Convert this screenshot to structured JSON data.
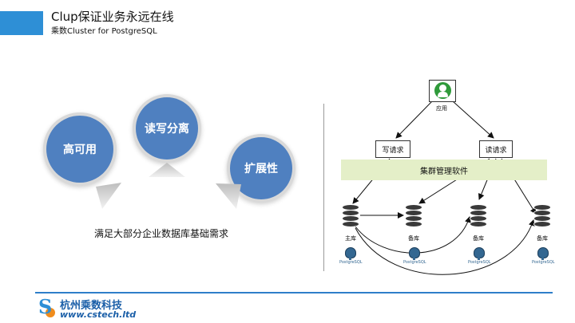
{
  "header": {
    "title": "Clup保证业务永远在线",
    "subtitle": "乘数Cluster for PostgreSQL"
  },
  "features": {
    "items": [
      {
        "label": "高可用"
      },
      {
        "label": "读写分离"
      },
      {
        "label": "扩展性"
      }
    ],
    "caption": "满足大部分企业数据库基础需求"
  },
  "diagram": {
    "app_label": "应用",
    "write_request": "写请求",
    "read_request": "读请求",
    "cluster_software": "集群管理软件",
    "nodes": [
      {
        "label": "主库",
        "pg_text": "PostgreSQL"
      },
      {
        "label": "备库",
        "pg_text": "PostgreSQL"
      },
      {
        "label": "备库",
        "pg_text": "PostgreSQL"
      },
      {
        "label": "备库",
        "pg_text": "PostgreSQL"
      }
    ]
  },
  "footer": {
    "company": "杭州乘数科技",
    "website": "www.cstech.ltd"
  },
  "colors": {
    "accent": "#2e8fd6",
    "circle_fill": "#4f80c0",
    "cluster_band": "#e4efc8",
    "app_icon": "#2f9a3a"
  }
}
